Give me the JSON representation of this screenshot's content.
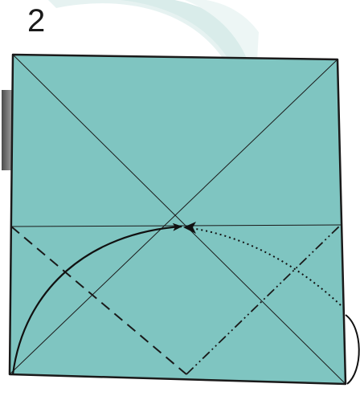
{
  "step": {
    "number": "2"
  },
  "colors": {
    "paper": "#7fc5c1",
    "outline": "#1a1a1a",
    "swoosh": "#e4f1f0",
    "shadow": "#3a3a3a"
  },
  "icons": [
    "mountain-fold-line",
    "valley-fold-line",
    "dotted-x-ray-line",
    "fold-arrow",
    "push-arrow",
    "turn-over-loop"
  ]
}
